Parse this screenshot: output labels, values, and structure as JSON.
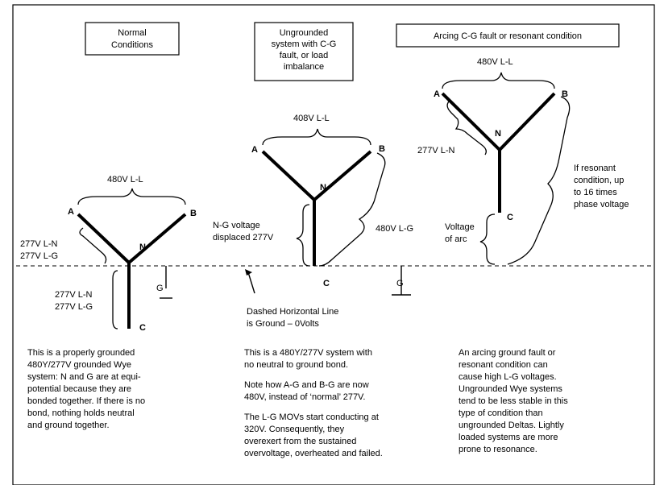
{
  "headers": {
    "normal": [
      "Normal",
      "Conditions"
    ],
    "ungrounded": [
      "Ungrounded",
      "system with C-G",
      "fault, or load",
      "imbalance"
    ],
    "arcing": [
      "Arcing C-G fault or resonant condition"
    ]
  },
  "diagram1": {
    "node_a": "A",
    "node_b": "B",
    "node_n": "N",
    "node_c": "C",
    "node_g": "G",
    "ll_voltage": "480V L-L",
    "ln_upper": [
      "277V L-N",
      "277V L-G"
    ],
    "ln_lower": [
      "277V L-N",
      "277V L-G"
    ]
  },
  "diagram2": {
    "node_a": "A",
    "node_b": "B",
    "node_n": "N",
    "node_c": "C",
    "node_g": "G",
    "ll_voltage": "408V L-L",
    "ng_voltage": [
      "N-G voltage",
      "displaced 277V"
    ],
    "lg_voltage": "480V L-G",
    "ground_note": [
      "Dashed Horizontal Line",
      "is Ground – 0Volts"
    ]
  },
  "diagram3": {
    "node_a": "A",
    "node_b": "B",
    "node_n": "N",
    "node_c": "C",
    "ll_voltage": "480V L-L",
    "ln_voltage": "277V L-N",
    "arc_voltage": [
      "Voltage",
      "of arc"
    ],
    "resonant": [
      "If resonant",
      "condition, up",
      "to 16 times",
      "phase voltage"
    ]
  },
  "paragraphs": {
    "col1": [
      "This is a properly grounded",
      "480Y/277V grounded Wye",
      "system: N and G are at equi-",
      "potential because they are",
      "bonded together.  If there is no",
      "bond, nothing holds neutral",
      "and ground together."
    ],
    "col2a": [
      "This is a 480Y/277V system with",
      "no neutral to ground bond."
    ],
    "col2b": [
      "Note how A-G and B-G are now",
      "480V, instead of ‘normal’ 277V."
    ],
    "col2c": [
      "The L-G MOVs start conducting at",
      "320V.  Consequently, they",
      "overexert from the sustained",
      "overvoltage, overheated and failed."
    ],
    "col3": [
      "An arcing ground fault or",
      "resonant condition can",
      "cause high L-G voltages.",
      "Ungrounded Wye systems",
      "tend to be less stable in this",
      "type of condition than",
      "ungrounded Deltas.  Lightly",
      "loaded systems are more",
      "prone to resonance."
    ]
  }
}
